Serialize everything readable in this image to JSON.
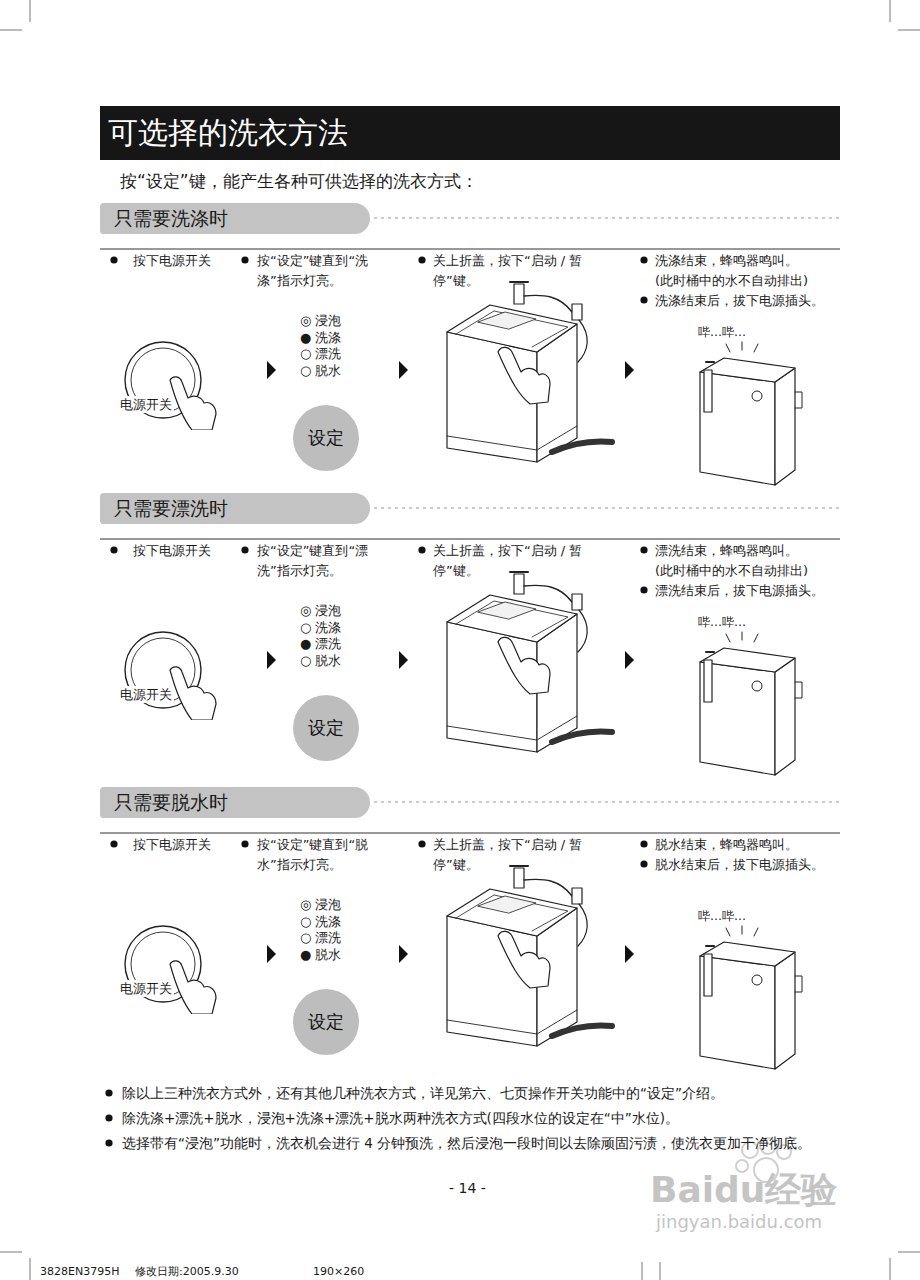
{
  "diagram": {
    "title": "可选择的洗衣方法",
    "nodes": [
      {
        "text": [
          "只需要洗涤时"
        ]
      },
      {
        "text": [
          "电源开关"
        ]
      },
      {
        "text": [
          "设定"
        ]
      },
      {
        "text": [
          "只需要漂洗时"
        ]
      },
      {
        "text": [
          "电源开关"
        ]
      },
      {
        "text": [
          "设定"
        ]
      },
      {
        "text": [
          "只需要脱水时"
        ]
      },
      {
        "text": [
          "电源开关"
        ]
      },
      {
        "text": [
          "设定"
        ]
      }
    ],
    "labels": [
      "按“设定”键，能产生各种可供选择的洗衣方式：",
      "按下电源开关",
      "按“设定”键直到“洗涤”指示灯亮。",
      "关上折盖，按下“启动 / 暂停”键。",
      "洗涤结束，蜂鸣器鸣叫。",
      "(此时桶中的水不自动排出)",
      "洗涤结束后，拔下电源插头。",
      "◎ 浸泡",
      "● 洗涤",
      "○ 漂洗",
      "○ 脱水",
      "哔…哔…",
      "按下电源开关",
      "按“设定”键直到“漂洗”指示灯亮。",
      "关上折盖，按下“启动 / 暂停”键。",
      "漂洗结束，蜂鸣器鸣叫。",
      "(此时桶中的水不自动排出)",
      "漂洗结束后，拔下电源插头。",
      "◎ 浸泡",
      "○ 洗涤",
      "● 漂洗",
      "○ 脱水",
      "哔…哔…",
      "按下电源开关",
      "按“设定”键直到“脱水”指示灯亮。",
      "关上折盖，按下“启动 / 暂停”键。",
      "脱水结束，蜂鸣器鸣叫。",
      "脱水结束后，拔下电源插头。",
      "◎ 浸泡",
      "○ 洗涤",
      "○ 漂洗",
      "● 脱水",
      "哔…哔…",
      "除以上三种洗衣方式外，还有其他几种洗衣方式，详见第六、七页操作开关功能中的“设定”介绍。",
      "除洗涤+漂洗+脱水，浸泡+洗涤+漂洗+脱水两种洗衣方式(四段水位的设定在“中”水位)。",
      "选择带有“浸泡”功能时，洗衣机会进行 4 分钟预洗，然后浸泡一段时间以去除顽固污渍，使洗衣更加干净彻底。",
      "- 14 -",
      "Baidu经验",
      "jingyan.baidu.com",
      "3828EN3795H",
      "修改日期:2005.9.30",
      "190×260"
    ]
  }
}
